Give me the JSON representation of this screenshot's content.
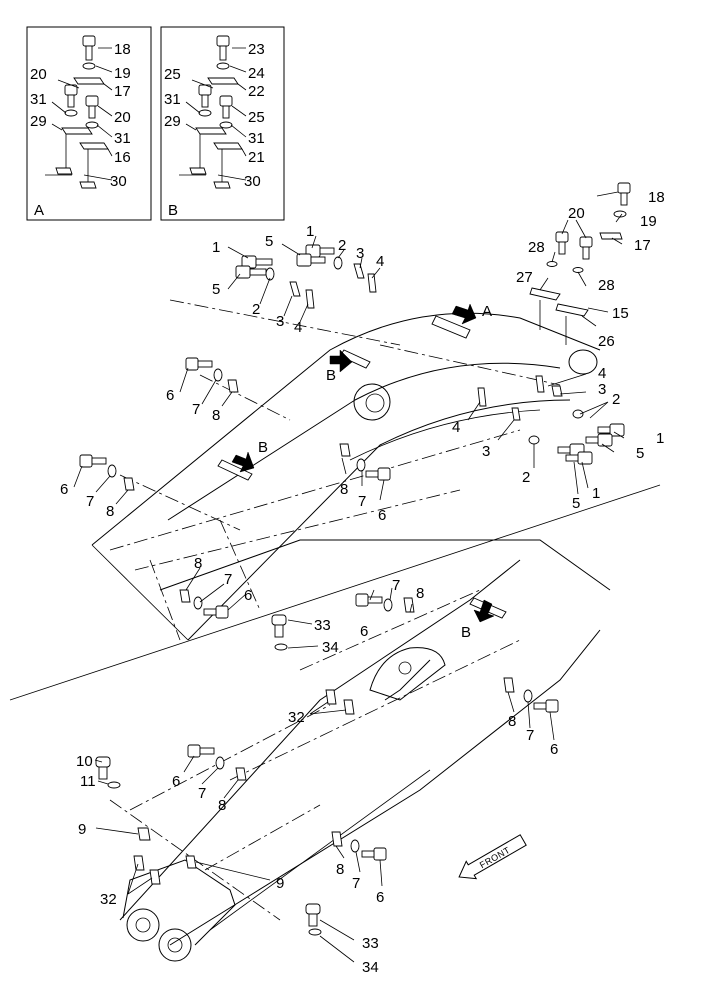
{
  "insets": [
    {
      "id": "A",
      "title": "A",
      "callouts": [
        "18",
        "19",
        "17",
        "20",
        "20",
        "31",
        "31",
        "29",
        "16",
        "30"
      ]
    },
    {
      "id": "B",
      "title": "B",
      "callouts": [
        "23",
        "24",
        "22",
        "25",
        "25",
        "31",
        "31",
        "29",
        "21",
        "30"
      ]
    }
  ],
  "view_labels": [
    "A",
    "B",
    "B",
    "B"
  ],
  "callouts_main": [
    "1",
    "5",
    "2",
    "3",
    "4",
    "1",
    "5",
    "2",
    "3",
    "4",
    "18",
    "19",
    "17",
    "20",
    "28",
    "28",
    "27",
    "15",
    "26",
    "4",
    "3",
    "2",
    "1",
    "5",
    "4",
    "3",
    "2",
    "1",
    "5",
    "6",
    "7",
    "8",
    "6",
    "7",
    "8",
    "8",
    "7",
    "6",
    "8",
    "7",
    "6",
    "6",
    "7",
    "8",
    "33",
    "34",
    "32",
    "8",
    "7",
    "6",
    "10",
    "11",
    "6",
    "7",
    "8",
    "9",
    "32",
    "9",
    "8",
    "7",
    "6",
    "33",
    "34"
  ],
  "front_label": "FRONT"
}
